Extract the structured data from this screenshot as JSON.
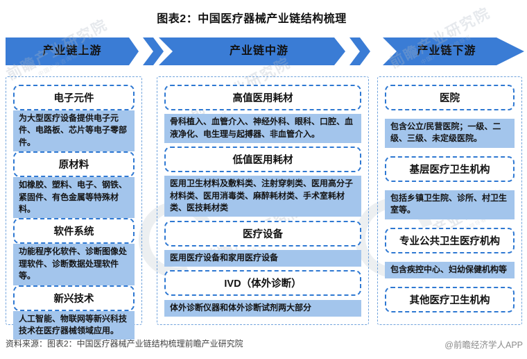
{
  "title": "图表2：中国医疗器械产业链结构梳理",
  "chain": {
    "stages": [
      {
        "label": "产业链上游"
      },
      {
        "label": "产业链中游"
      },
      {
        "label": "产业链下游"
      }
    ]
  },
  "columns": [
    {
      "name": "产业链上游",
      "blocks": [
        {
          "title": "电子元件",
          "desc": "为大型医疗设备提供电子元件、电路板、芯片等电子零部件。"
        },
        {
          "title": "原材料",
          "desc": "如橡胶、塑料、电子、钢铁、紧固件、有色金属等特殊材料。"
        },
        {
          "title": "软件系统",
          "desc": "功能程序化软件、诊断图像处理软件、诊断数据处理软件等。"
        },
        {
          "title": "新兴技术",
          "desc": "人工智能、物联网等新兴科技技术在医疗器械领域应用。"
        }
      ]
    },
    {
      "name": "产业链中游",
      "blocks": [
        {
          "title": "高值医用耗材",
          "desc": "骨科植入、血管介入、神经外科、眼科、口腔、血液净化、电生理与起搏器、非血管介入。"
        },
        {
          "title": "低值医用耗材",
          "desc": "医用卫生材料及敷料类、注射穿刺类、医用高分子材料类、医用消毒类、麻醉耗材类、手术室耗材类、医技耗材类"
        },
        {
          "title": "医疗设备",
          "desc": "医用医疗设备和家用医疗设备"
        },
        {
          "title": "IVD（体外诊断）",
          "desc": "体外诊断仪器和体外诊断试剂两大部分"
        }
      ]
    },
    {
      "name": "产业链下游",
      "blocks": [
        {
          "title": "医院",
          "desc": "包含公立/民营医院；一级、二级、三级、未定级医院。"
        },
        {
          "title": "基层医疗卫生机构",
          "desc": "包括乡镇卫生院、诊所、村卫生室等。"
        },
        {
          "title": "专业公共卫生医疗机构",
          "desc": "包含疾控中心、妇幼保健机构等"
        },
        {
          "title": "其他医疗卫生机构"
        }
      ]
    }
  ],
  "footer": {
    "source": "资料来源：图表2：中国医疗器械产业链结构梳理前瞻产业研究院",
    "brand": "@前瞻经济学人APP"
  },
  "watermark": {
    "text": "前瞻产业研究院",
    "subtext": "中国产业咨询领导者"
  },
  "colors": {
    "arrow_blue": "#3A7CD5",
    "box_blue": "#A3C5EC",
    "dash_blue": "#2E78D2"
  }
}
